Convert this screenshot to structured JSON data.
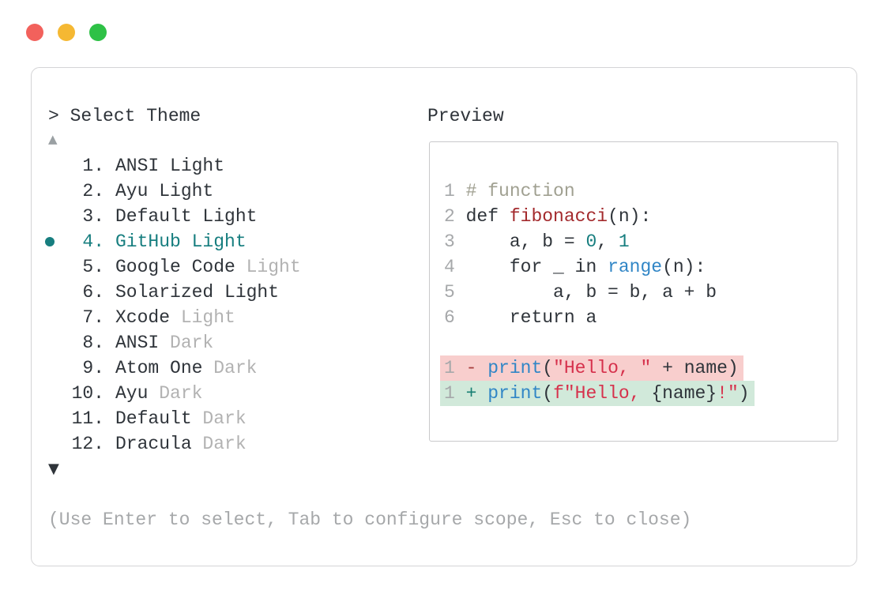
{
  "colors": {
    "text": "#2f343a",
    "muted": "#b2b2b2",
    "grey": "#a6a8aa",
    "teal": "#177e7f",
    "blue": "#3186c6",
    "red_func": "#a32a2d",
    "crimson": "#d6314c",
    "comment": "#a0a091",
    "del": "#a8403f",
    "ins": "#177e72",
    "diff_del_bg": "#f8cecd",
    "diff_ins_bg": "#d1e9da",
    "border": "#d4d4d6",
    "border_inner": "#c9c9cb",
    "tl_red": "#f2615c",
    "tl_yellow": "#f5b833",
    "tl_green": "#2ec146"
  },
  "window": {
    "controls": [
      "close",
      "minimize",
      "zoom"
    ]
  },
  "prompt": {
    "label": "> Select Theme"
  },
  "list": {
    "scroll_up": "▲",
    "scroll_down": "▼",
    "items": [
      {
        "number": "1.",
        "name": "ANSI Light",
        "muted": "",
        "selected": false
      },
      {
        "number": "2.",
        "name": "Ayu Light",
        "muted": "",
        "selected": false
      },
      {
        "number": "3.",
        "name": "Default Light",
        "muted": "",
        "selected": false
      },
      {
        "number": "4.",
        "name": "GitHub Light",
        "muted": "",
        "selected": true
      },
      {
        "number": "5.",
        "name": "Google Code",
        "muted": "Light",
        "selected": false
      },
      {
        "number": "6.",
        "name": "Solarized Light",
        "muted": "",
        "selected": false
      },
      {
        "number": "7.",
        "name": "Xcode",
        "muted": "Light",
        "selected": false
      },
      {
        "number": "8.",
        "name": "ANSI",
        "muted": "Dark",
        "selected": false
      },
      {
        "number": "9.",
        "name": "Atom One",
        "muted": "Dark",
        "selected": false
      },
      {
        "number": "10.",
        "name": "Ayu",
        "muted": "Dark",
        "selected": false
      },
      {
        "number": "11.",
        "name": "Default",
        "muted": "Dark",
        "selected": false
      },
      {
        "number": "12.",
        "name": "Dracula",
        "muted": "Dark",
        "selected": false
      }
    ]
  },
  "preview": {
    "label": "Preview",
    "lines": [
      {
        "bg": "",
        "segs": [
          [
            "1",
            "ln"
          ],
          [
            " ",
            "t"
          ],
          [
            "# function",
            "com"
          ]
        ]
      },
      {
        "bg": "",
        "segs": [
          [
            "2",
            "ln"
          ],
          [
            " ",
            "t"
          ],
          [
            "def ",
            "t"
          ],
          [
            "fibonacci",
            "fn"
          ],
          [
            "(n):",
            "t"
          ]
        ]
      },
      {
        "bg": "",
        "segs": [
          [
            "3",
            "ln"
          ],
          [
            " ",
            "t"
          ],
          [
            "    a, b = ",
            "t"
          ],
          [
            "0",
            "num"
          ],
          [
            ", ",
            "t"
          ],
          [
            "1",
            "num"
          ]
        ]
      },
      {
        "bg": "",
        "segs": [
          [
            "4",
            "ln"
          ],
          [
            " ",
            "t"
          ],
          [
            "    for _ in ",
            "t"
          ],
          [
            "range",
            "bi"
          ],
          [
            "(n):",
            "t"
          ]
        ]
      },
      {
        "bg": "",
        "segs": [
          [
            "5",
            "ln"
          ],
          [
            " ",
            "t"
          ],
          [
            "        a, b = b, a + b",
            "t"
          ]
        ]
      },
      {
        "bg": "",
        "segs": [
          [
            "6",
            "ln"
          ],
          [
            " ",
            "t"
          ],
          [
            "    return a",
            "t"
          ]
        ]
      },
      {
        "bg": "",
        "segs": []
      },
      {
        "bg": "del",
        "segs": [
          [
            "1",
            "ln"
          ],
          [
            " ",
            "t"
          ],
          [
            "-",
            "del"
          ],
          [
            " ",
            "t"
          ],
          [
            "print",
            "bi"
          ],
          [
            "(",
            "t"
          ],
          [
            "\"Hello, \"",
            "str"
          ],
          [
            " + name)",
            "t"
          ]
        ]
      },
      {
        "bg": "ins",
        "segs": [
          [
            "1",
            "ln"
          ],
          [
            " ",
            "t"
          ],
          [
            "+",
            "ins"
          ],
          [
            " ",
            "t"
          ],
          [
            "print",
            "bi"
          ],
          [
            "(",
            "t"
          ],
          [
            "f\"Hello, ",
            "str"
          ],
          [
            "{name}",
            "t"
          ],
          [
            "!\"",
            "str"
          ],
          [
            ")",
            "t"
          ]
        ]
      }
    ]
  },
  "help": {
    "text": "(Use Enter to select, Tab to configure scope, Esc to close)"
  }
}
